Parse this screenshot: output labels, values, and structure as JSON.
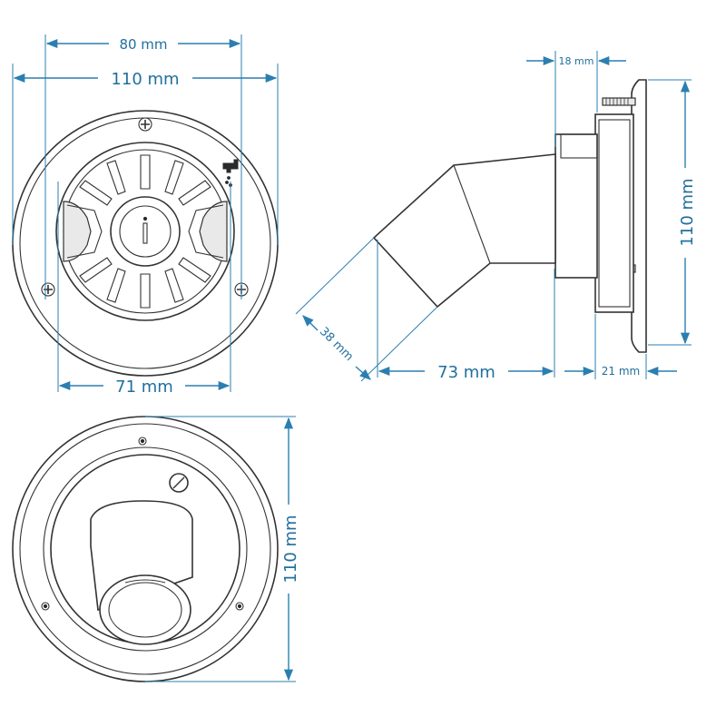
{
  "dimensions": {
    "front_inner_width": "80 mm",
    "front_outer_width": "110 mm",
    "front_mount_width": "71 mm",
    "side_depth_top": "18 mm",
    "side_height": "110 mm",
    "side_spout_length": "73 mm",
    "side_flange_depth": "21 mm",
    "side_spout_diameter": "38 mm",
    "rear_height": "110 mm"
  },
  "colors": {
    "dimension": "#2b7fb0",
    "outline": "#333333"
  },
  "icons": {
    "faucet": "faucet-icon",
    "screw": "screw-icon"
  }
}
